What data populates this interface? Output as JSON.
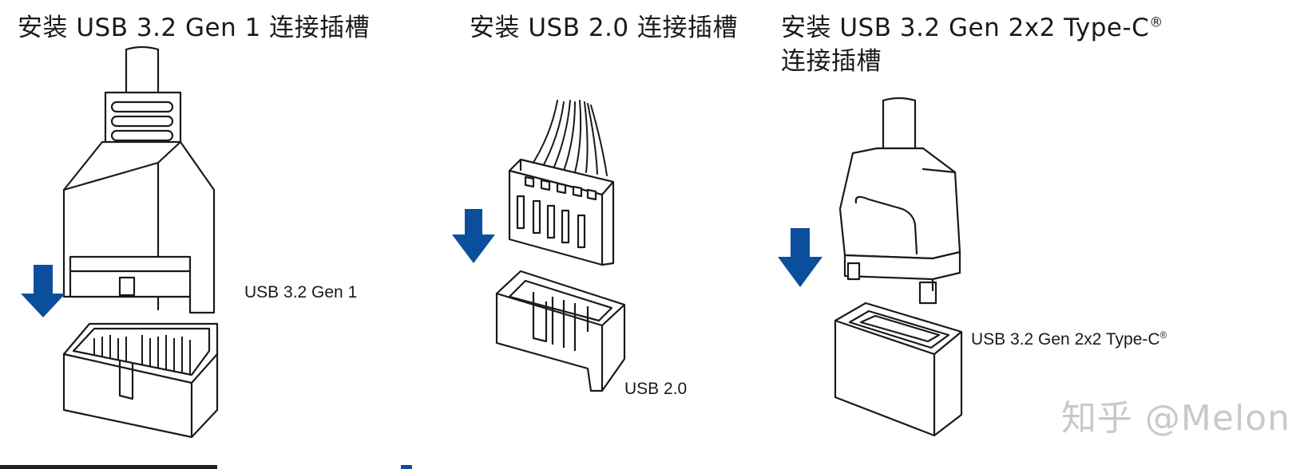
{
  "colors": {
    "arrow": "#0b4f9c",
    "line": "#1a1a1a",
    "fill": "#ffffff",
    "watermark": "#c9c9c9"
  },
  "panels": [
    {
      "title": "安装 USB 3.2 Gen 1 连接插槽",
      "connector_label": "USB 3.2 Gen 1"
    },
    {
      "title": "安装 USB 2.0 连接插槽",
      "connector_label": "USB 2.0"
    },
    {
      "title": "安装 USB 3.2 Gen 2x2 Type-C",
      "title_mark": "®",
      "title_line2": "连接插槽",
      "connector_label": "USB 3.2 Gen 2x2 Type-C",
      "connector_label_mark": "®"
    }
  ],
  "watermark": "知乎 @Melon",
  "icons": [
    "down-arrow-icon",
    "down-arrow-icon",
    "down-arrow-icon"
  ]
}
